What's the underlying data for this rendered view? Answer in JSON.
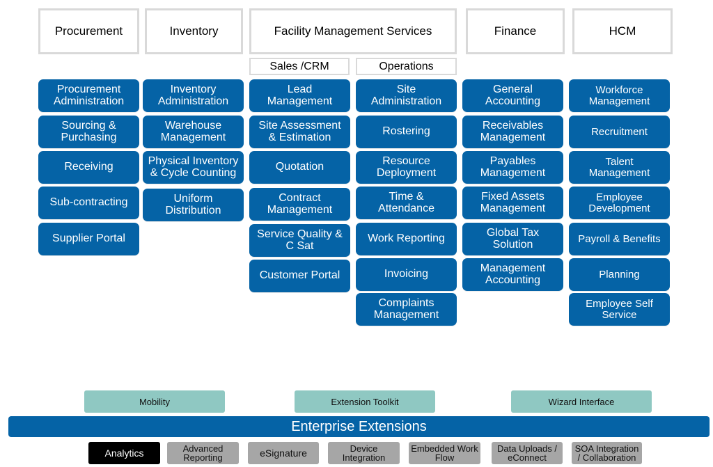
{
  "headers": [
    "Procurement",
    "Inventory",
    "Facility Management Services",
    "Finance",
    "HCM"
  ],
  "subheaders": [
    "Sales /CRM",
    "Operations"
  ],
  "columns": [
    [
      "Procurement\nAdministration",
      "Sourcing &\nPurchasing",
      "Receiving",
      "Sub-contracting",
      "Supplier Portal"
    ],
    [
      "Inventory\nAdministration",
      "Warehouse\nManagement",
      "Physical Inventory\n& Cycle Counting",
      "Uniform\nDistribution"
    ],
    [
      "Lead\nManagement",
      "Site Assessment\n& Estimation",
      "Quotation",
      "Contract\nManagement",
      "Service Quality &\nC Sat",
      "Customer Portal"
    ],
    [
      "Site\nAdministration",
      "Rostering",
      "Resource\nDeployment",
      "Time &\nAttendance",
      "Work Reporting",
      "Invoicing",
      "Complaints\nManagement"
    ],
    [
      "General\nAccounting",
      "Receivables\nManagement",
      "Payables\nManagement",
      "Fixed Assets\nManagement",
      "Global Tax\nSolution",
      "Management\nAccounting"
    ],
    [
      "Workforce\nManagement",
      "Recruitment",
      "Talent\nManagement",
      "Employee\nDevelopment",
      "Payroll & Benefits",
      "Planning",
      "Employee Self\nService"
    ]
  ],
  "extensions": [
    "Mobility",
    "Extension Toolkit",
    "Wizard Interface"
  ],
  "enterprise_bar": "Enterprise Extensions",
  "bottom_items": [
    "Analytics",
    "Advanced\nReporting",
    "eSignature",
    "Device\nIntegration",
    "Embedded Work\nFlow",
    "Data Uploads /\neConnect",
    "SOA Integration\n/ Collaboration"
  ],
  "colors": {
    "module_blue": "#0563a6",
    "extension_teal": "#8fc8c2",
    "chip_grey": "#a6a6a6",
    "selected_chip": "#000000"
  }
}
